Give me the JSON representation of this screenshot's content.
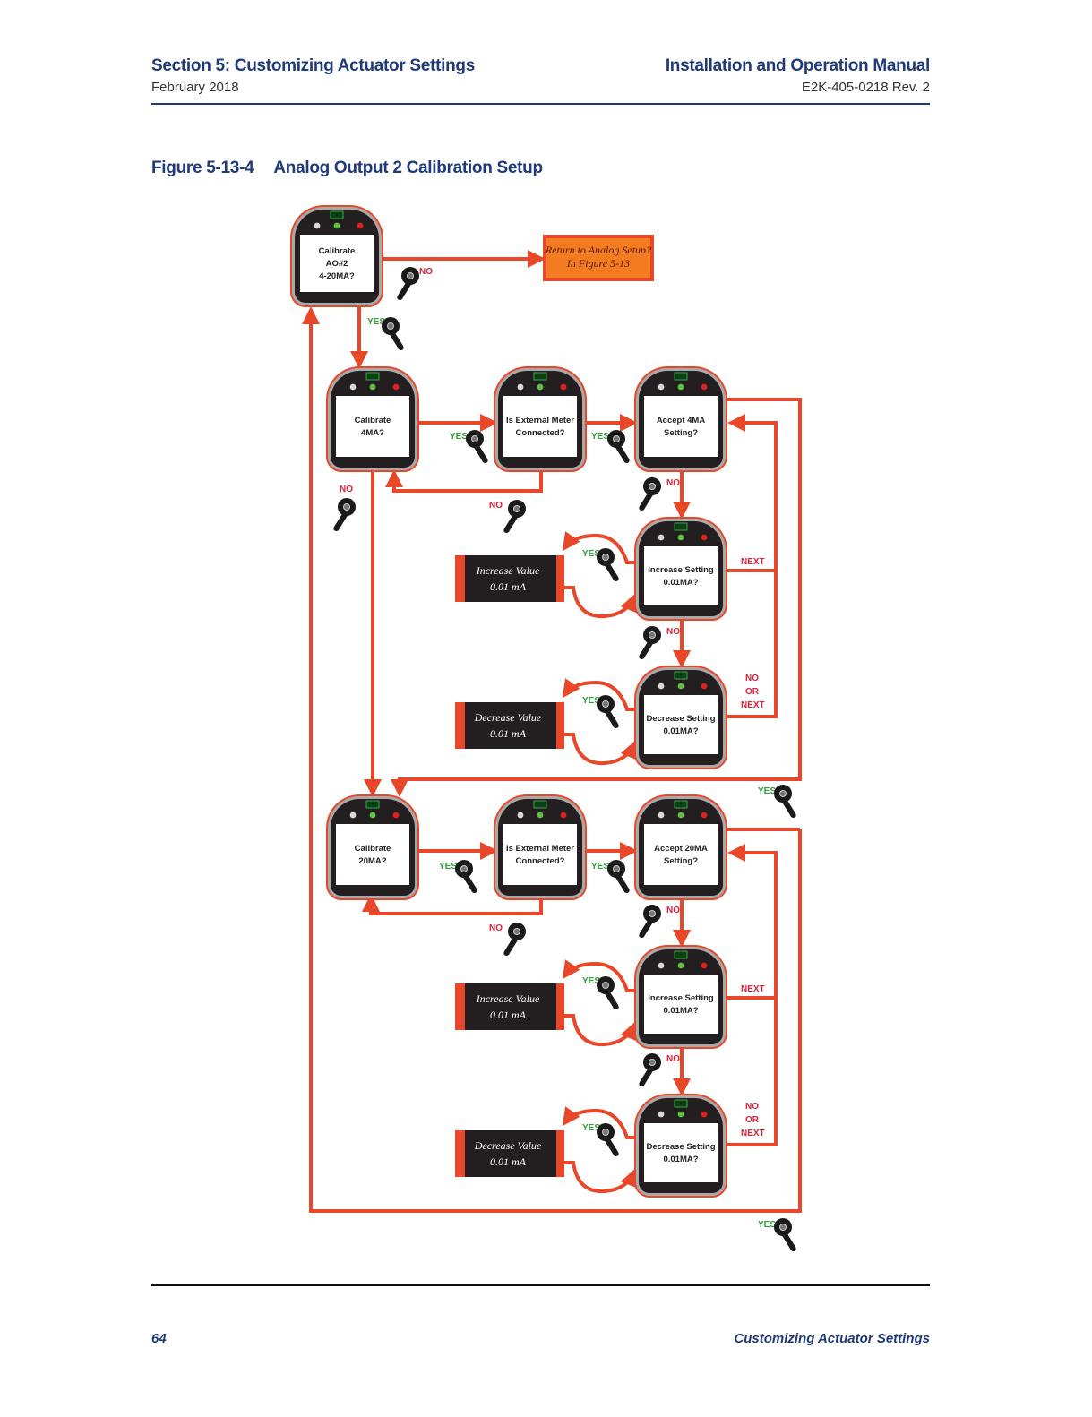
{
  "header": {
    "section_title": "Section 5: Customizing Actuator Settings",
    "date": "February 2018",
    "manual_title": "Installation and Operation Manual",
    "doc_id": "E2K-405-0218 Rev. 2"
  },
  "figure": {
    "number": "Figure 5-13-4",
    "title": "Analog Output 2 Calibration Setup"
  },
  "diagram": {
    "colors": {
      "arrow": "#e8472a",
      "yes_label": "#2e9c3a",
      "no_label": "#e0203a",
      "return_box": "#f47c20",
      "value_box": "#231f20"
    },
    "screens": {
      "top": [
        "Calibrate",
        "AO#2",
        "4-20MA?"
      ],
      "cal4": [
        "Calibrate",
        "4MA?"
      ],
      "meter4": [
        "Is External Meter",
        "Connected?"
      ],
      "accept4": [
        "Accept 4MA",
        "Setting?"
      ],
      "inc4": [
        "Increase Setting",
        "0.01MA?"
      ],
      "dec4": [
        "Decrease Setting",
        "0.01MA?"
      ],
      "cal20": [
        "Calibrate",
        "20MA?"
      ],
      "meter20": [
        "Is External Meter",
        "Connected?"
      ],
      "accept20": [
        "Accept 20MA",
        "Setting?"
      ],
      "inc20": [
        "Increase Setting",
        "0.01MA?"
      ],
      "dec20": [
        "Decrease Setting",
        "0.01MA?"
      ]
    },
    "return_box": [
      "Return to Analog Setup?",
      "In Figure 5-13"
    ],
    "value_boxes": {
      "inc4": [
        "Increase Value",
        "0.01 mA"
      ],
      "dec4": [
        "Decrease Value",
        "0.01 mA"
      ],
      "inc20": [
        "Increase Value",
        "0.01 mA"
      ],
      "dec20": [
        "Decrease Value",
        "0.01 mA"
      ]
    },
    "labels": {
      "yes": "YES",
      "no": "NO",
      "next": "NEXT",
      "no_or_next": [
        "NO",
        "OR",
        "NEXT"
      ]
    }
  },
  "footer": {
    "page_number": "64",
    "section_name": "Customizing Actuator Settings"
  }
}
